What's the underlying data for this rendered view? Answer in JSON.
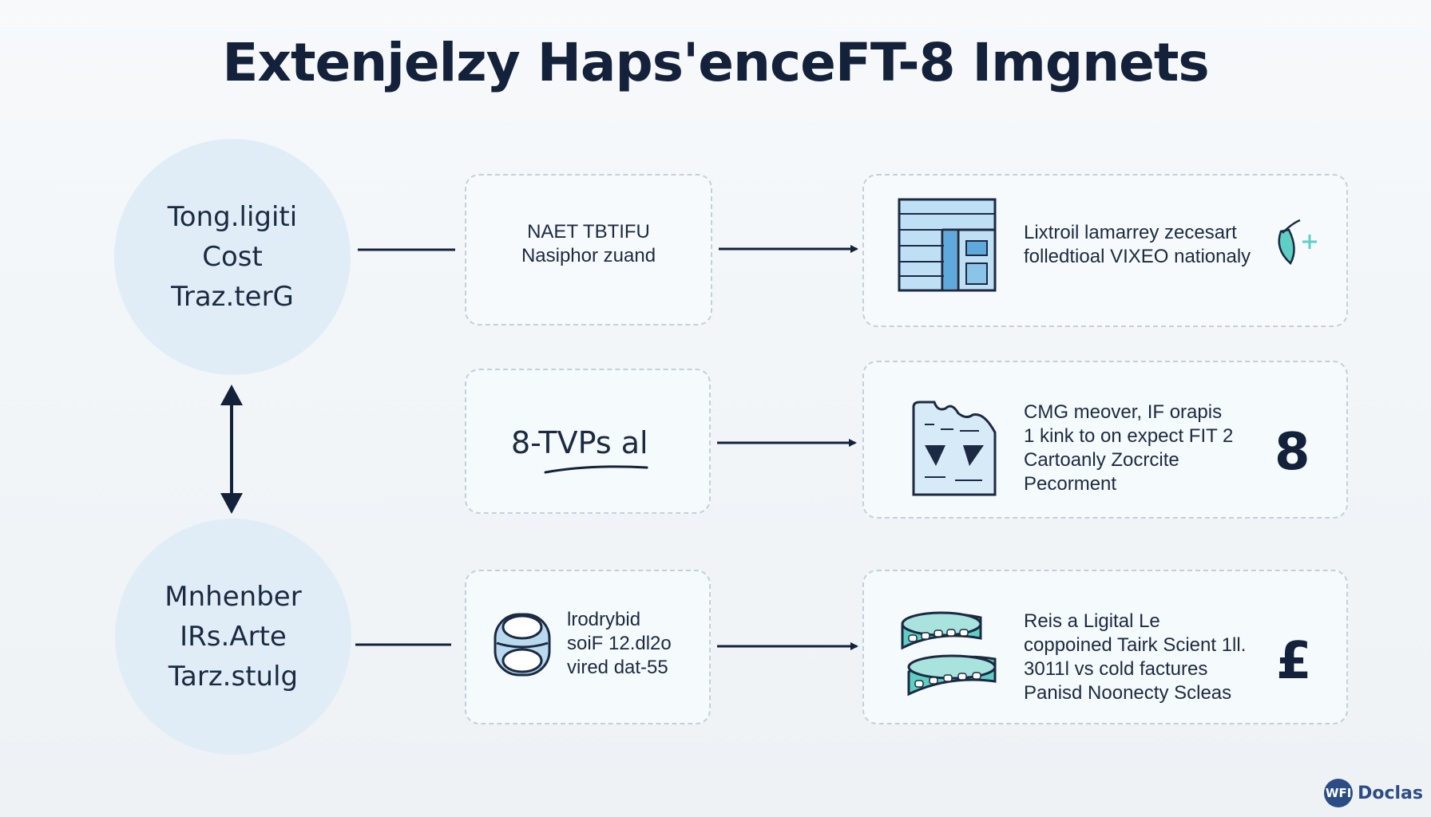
{
  "title": "Extenjelzy Haps'enceFT-8 Imgnets",
  "circles": [
    {
      "lines": [
        "Tong.ligiti",
        "Cost",
        "Traz.terG"
      ]
    },
    {
      "lines": [
        "Mnhenber",
        "IRs.Arte",
        "Tarz.stulg"
      ]
    }
  ],
  "middle_boxes": [
    {
      "lines": [
        "NAET TBTIFU",
        "Nasiphor zuand"
      ]
    },
    {
      "handwritten": "8-TVPs al"
    },
    {
      "lines": [
        "lrodrybid",
        "soiF 12.dl2o",
        "vired dat-55"
      ],
      "icon": "cylinder-icon"
    }
  ],
  "right_boxes": [
    {
      "lines": [
        "Lixtroil lamarrey zecesart",
        "folledtioal VIXEO nationaly"
      ],
      "icon": "layout-grid-icon",
      "badge": "",
      "badge_icon": "leaf-plus-icon"
    },
    {
      "lines": [
        "CMG meover, IF orapis",
        "1 kink to on expect FIT 2",
        "Cartoanly Zocrcite",
        "Pecorment"
      ],
      "icon": "document-map-icon",
      "badge": "8"
    },
    {
      "lines": [
        "Reis a Ligital Le",
        "coppoined Tairk Scient 1ll.",
        "3011l vs cold factures",
        "Panisd Noonecty Scleas"
      ],
      "icon": "tape-rolls-icon",
      "badge": "£"
    }
  ],
  "brand": {
    "badge": "WFI",
    "name": "Doclas"
  },
  "colors": {
    "ink": "#13213a",
    "circle_fill": "#e1edf6",
    "box_border": "#c3d0dc",
    "icon_blue": "#5fa9dc",
    "icon_teal": "#5fcfc4",
    "brand": "#2c4c86"
  }
}
